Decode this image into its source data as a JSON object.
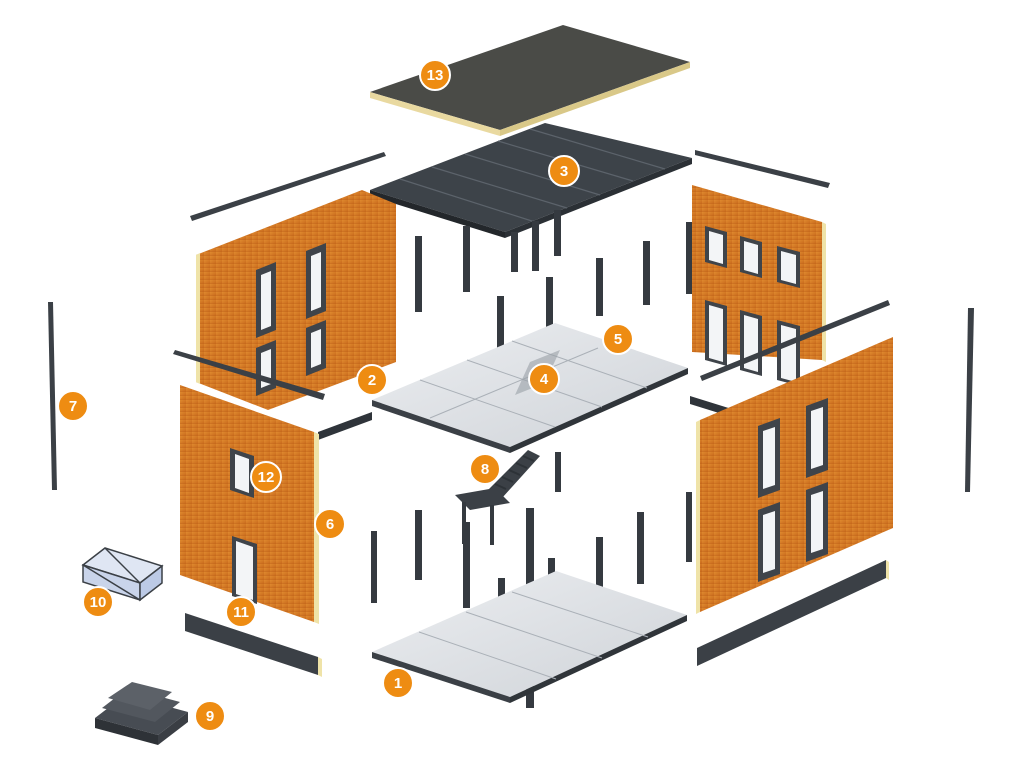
{
  "callouts": [
    {
      "id": "1",
      "label": "1"
    },
    {
      "id": "2",
      "label": "2"
    },
    {
      "id": "3",
      "label": "3"
    },
    {
      "id": "4",
      "label": "4"
    },
    {
      "id": "5",
      "label": "5"
    },
    {
      "id": "6",
      "label": "6"
    },
    {
      "id": "7",
      "label": "7"
    },
    {
      "id": "8",
      "label": "8"
    },
    {
      "id": "9",
      "label": "9"
    },
    {
      "id": "10",
      "label": "10"
    },
    {
      "id": "11",
      "label": "11"
    },
    {
      "id": "12",
      "label": "12"
    },
    {
      "id": "13",
      "label": "13"
    }
  ],
  "colors": {
    "callout": "#ee8c12",
    "callout_border": "#ffffff",
    "steel": "#3b4046",
    "steel_light": "#555b62",
    "wood": "#d77a22",
    "wood_dark": "#b8621a",
    "insulation": "#efe3a8",
    "floor": "#dfe2e6",
    "roof": "#4b4c48",
    "window_frame": "#3f444a",
    "glass": "#f4f6f8"
  }
}
